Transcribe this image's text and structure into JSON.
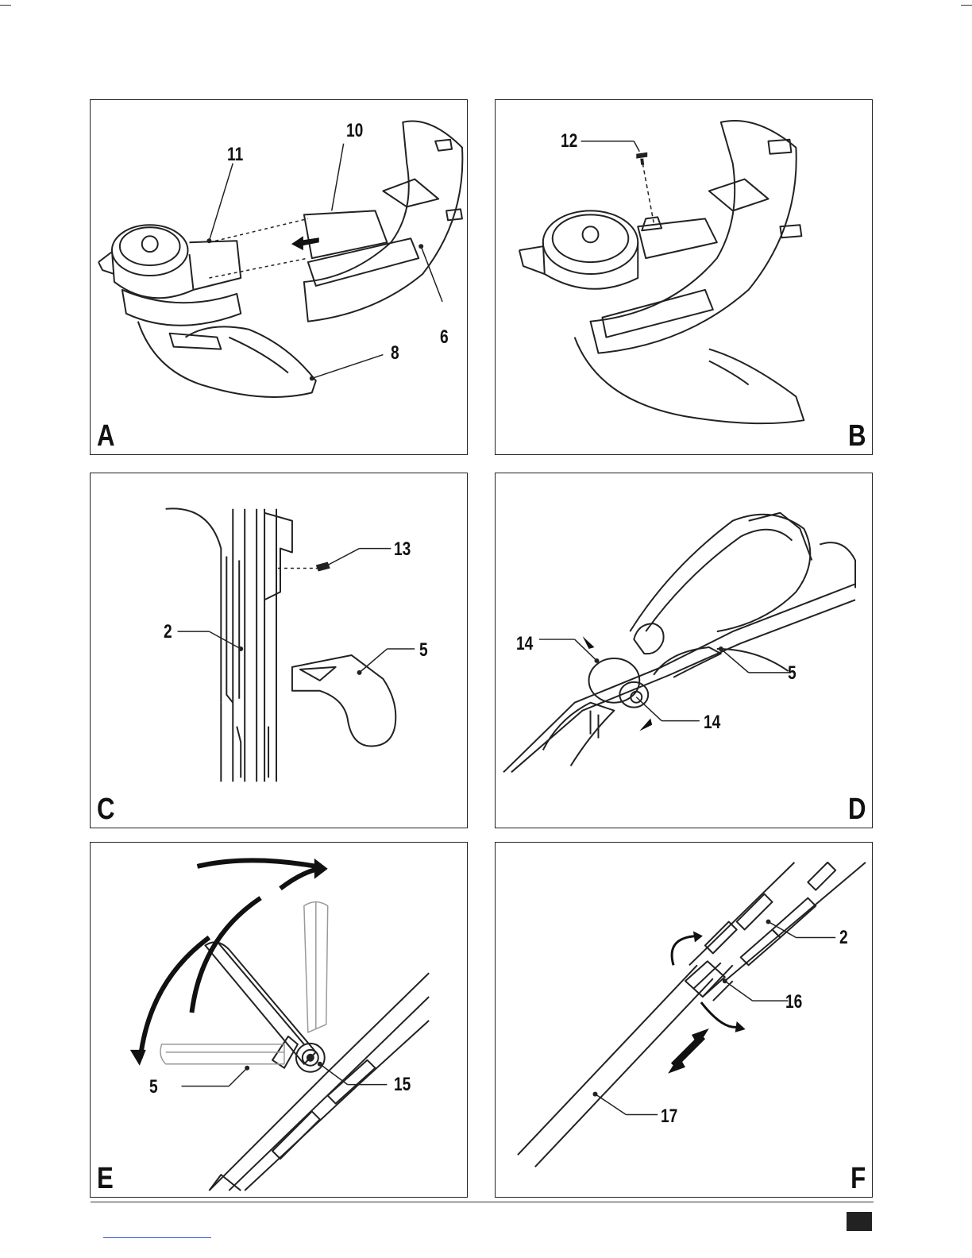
{
  "panels": {
    "A": {
      "letter": "A",
      "callouts": [
        "10",
        "11",
        "6",
        "8"
      ]
    },
    "B": {
      "letter": "B",
      "callouts": [
        "12"
      ]
    },
    "C": {
      "letter": "C",
      "callouts": [
        "13",
        "2",
        "5"
      ]
    },
    "D": {
      "letter": "D",
      "callouts": [
        "14",
        "5",
        "14"
      ]
    },
    "E": {
      "letter": "E",
      "callouts": [
        "5",
        "15"
      ]
    },
    "F": {
      "letter": "F",
      "callouts": [
        "2",
        "16",
        "17"
      ]
    }
  }
}
